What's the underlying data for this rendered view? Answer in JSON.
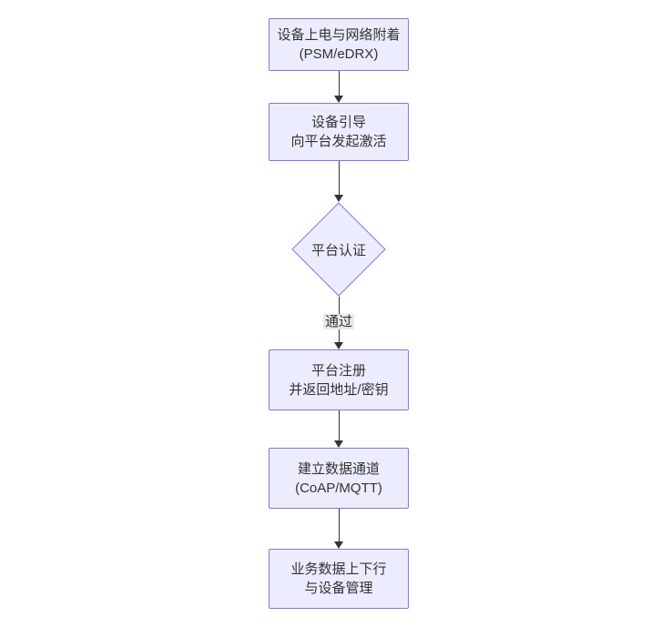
{
  "diagram": {
    "type": "flowchart-top-down",
    "nodes": [
      {
        "id": "A",
        "shape": "rect",
        "lines": [
          "设备上电与网络附着",
          "(PSM/eDRX)"
        ]
      },
      {
        "id": "B",
        "shape": "rect",
        "lines": [
          "设备引导",
          "向平台发起激活"
        ]
      },
      {
        "id": "C",
        "shape": "diamond",
        "lines": [
          "平台认证"
        ]
      },
      {
        "id": "D",
        "shape": "rect",
        "lines": [
          "平台注册",
          "并返回地址/密钥"
        ]
      },
      {
        "id": "E",
        "shape": "rect",
        "lines": [
          "建立数据通道",
          "(CoAP/MQTT)"
        ]
      },
      {
        "id": "F",
        "shape": "rect",
        "lines": [
          "业务数据上下行",
          "与设备管理"
        ]
      }
    ],
    "edges": [
      {
        "from": "A",
        "to": "B",
        "label": ""
      },
      {
        "from": "B",
        "to": "C",
        "label": ""
      },
      {
        "from": "C",
        "to": "D",
        "label": "通过"
      },
      {
        "from": "D",
        "to": "E",
        "label": ""
      },
      {
        "from": "E",
        "to": "F",
        "label": ""
      }
    ],
    "colors": {
      "node_fill": "#ECECFF",
      "node_border": "#9370DB",
      "edge_line": "#333333",
      "edge_label_bg": "#e8e8e8",
      "text": "#333333",
      "background": "#ffffff"
    }
  }
}
